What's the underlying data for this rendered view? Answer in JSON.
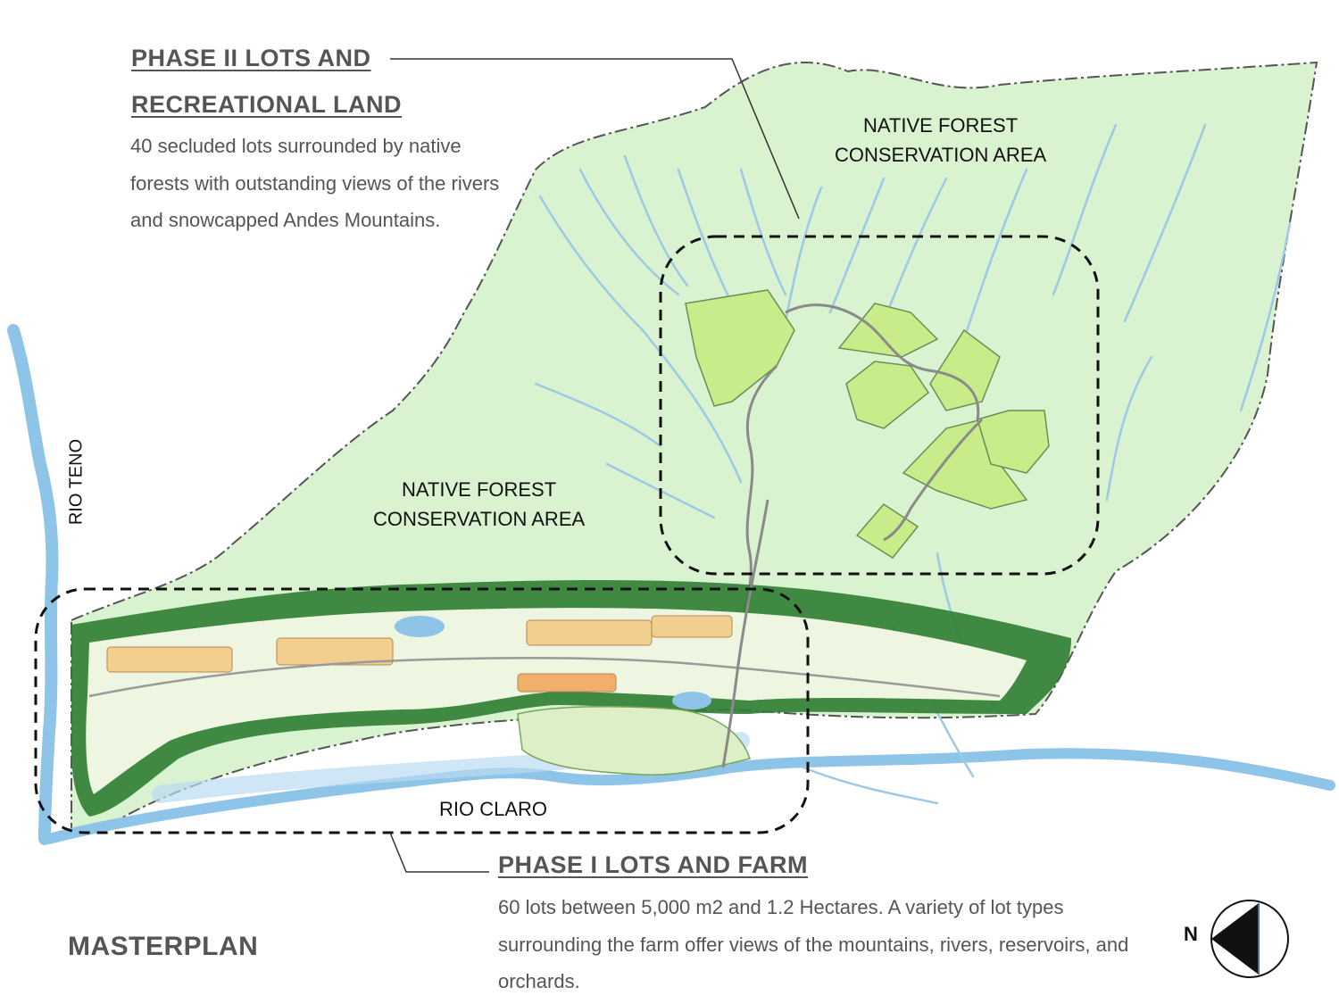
{
  "title": "MASTERPLAN",
  "phase2": {
    "heading_line1": "PHASE II LOTS AND",
    "heading_line2": "RECREATIONAL LAND",
    "description": "40 secluded lots surrounded by  native forests with outstanding views of the rivers and snowcapped Andes Mountains."
  },
  "phase1": {
    "heading": "PHASE I LOTS AND FARM",
    "description": "60 lots between 5,000 m2 and 1.2 Hectares. A variety of lot types surrounding the farm offer views of the mountains, rivers, reservoirs, and orchards."
  },
  "labels": {
    "forest_upper_line1": "NATIVE FOREST",
    "forest_upper_line2": "CONSERVATION AREA",
    "forest_lower_line1": "NATIVE FOREST",
    "forest_lower_line2": "CONSERVATION AREA",
    "rio_teno": "RIO TENO",
    "rio_claro": "RIO CLARO"
  },
  "compass": {
    "label": "N"
  },
  "colors": {
    "forest": "#d9f2cf",
    "river": "#8ec4e8",
    "lot": "#c9ec8a",
    "tree_belt": "#2f7d32",
    "orchard": "#eef6e2",
    "text_gray": "#555555"
  }
}
